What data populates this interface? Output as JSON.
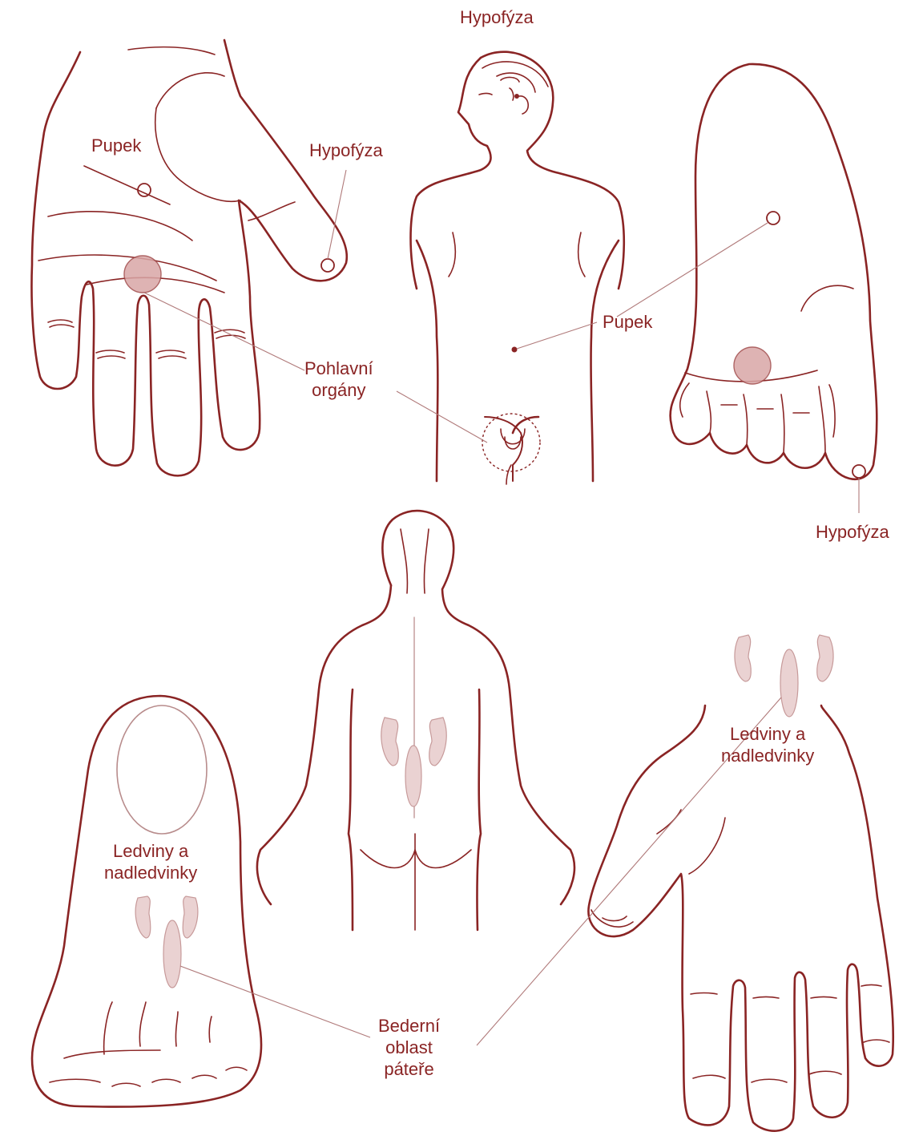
{
  "labels": {
    "hypofyza": "Hypofýza",
    "pupek": "Pupek",
    "pohlavni_1": "Pohlavní",
    "pohlavni_2": "orgány",
    "ledviny_1": "Ledviny a",
    "ledviny_2": "nadledvinky",
    "bederni_1": "Bederní",
    "bederni_2": "oblast",
    "bederni_3": "páteře"
  },
  "colors": {
    "ink": "#8a2424",
    "spot": "#d9a6a6",
    "pale": "#ead2d2",
    "background": "#ffffff"
  }
}
